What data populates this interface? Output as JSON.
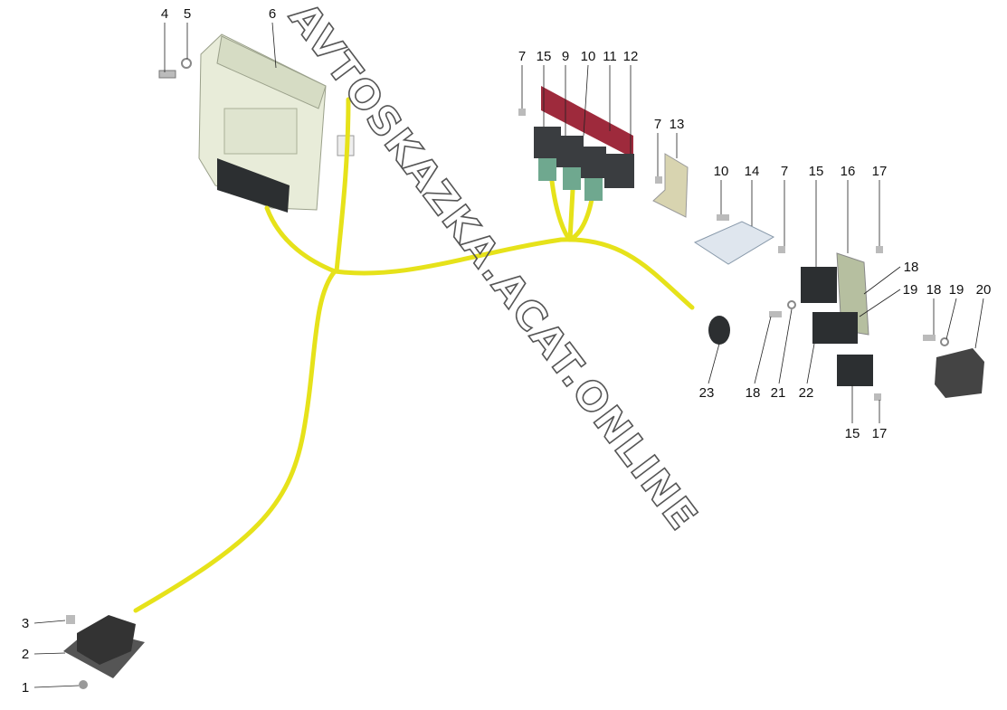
{
  "watermark": "AVTOSKAZKA.ACAT.ONLINE",
  "colors": {
    "wire": "#e6e21a",
    "relay": "#3a3d40",
    "bracket": "#9e2a3c",
    "ecu": "#e8ecd9"
  },
  "labels": [
    "4",
    "5",
    "6",
    "7",
    "15",
    "9",
    "10",
    "11",
    "12",
    "7",
    "13",
    "10",
    "14",
    "7",
    "15",
    "16",
    "17",
    "18",
    "19",
    "18",
    "19",
    "20",
    "23",
    "18",
    "21",
    "22",
    "15",
    "17",
    "3",
    "2",
    "1"
  ]
}
